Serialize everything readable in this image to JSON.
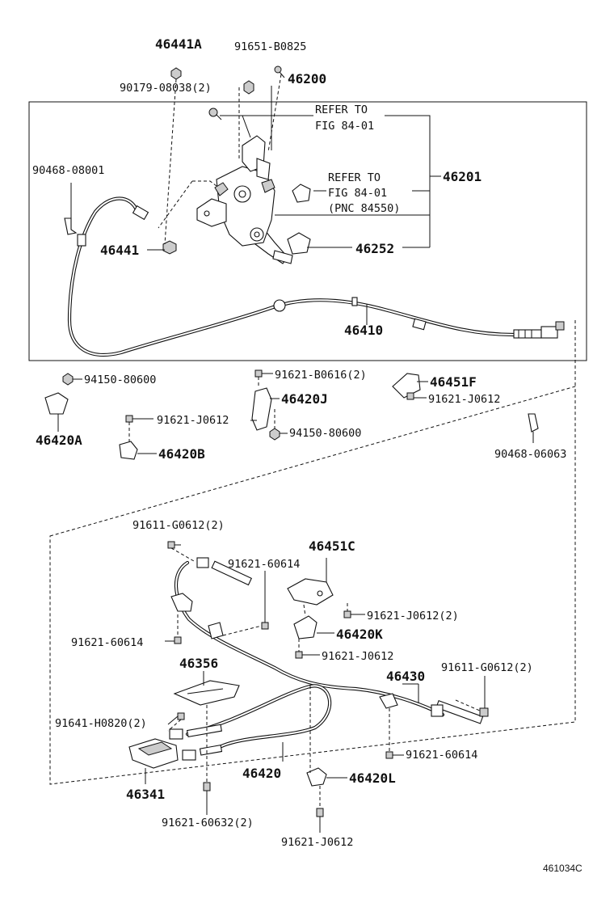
{
  "labels": {
    "p46441A": "46441A",
    "p91651B0825": "91651-B0825",
    "p46200": "46200",
    "p9017908038": "90179-08038(2)",
    "refer1a": "REFER TO",
    "refer1b": "FIG 84-01",
    "p9046808001": "90468-08001",
    "refer2a": "REFER TO",
    "refer2b": "FIG 84-01",
    "refer2c": "(PNC 84550)",
    "p46201": "46201",
    "p46441": "46441",
    "p46252": "46252",
    "p46410": "46410",
    "p9415080600a": "94150-80600",
    "p91621B0616": "91621-B0616(2)",
    "p46451F": "46451F",
    "p46420J": "46420J",
    "p91621J0612a": "91621-J0612",
    "p46420A": "46420A",
    "p91621J0612b": "91621-J0612",
    "p9415080600b": "94150-80600",
    "p46420B": "46420B",
    "p9046806063": "90468-06063",
    "p91611G0612a": "91611-G0612(2)",
    "p46451C": "46451C",
    "p9162160614a": "91621-60614",
    "p91621J0612c": "91621-J0612(2)",
    "p46420K": "46420K",
    "p9162160614b": "91621-60614",
    "p91621J0612d": "91621-J0612",
    "p46356": "46356",
    "p46430": "46430",
    "p91611G0612b": "91611-G0612(2)",
    "p91641H0820": "91641-H0820(2)",
    "p9162160614c": "91621-60614",
    "p46420": "46420",
    "p46420L": "46420L",
    "p46341": "46341",
    "p9162160632": "91621-60632(2)",
    "p91621J0612e": "91621-J0612",
    "drawing_no": "461034C"
  }
}
